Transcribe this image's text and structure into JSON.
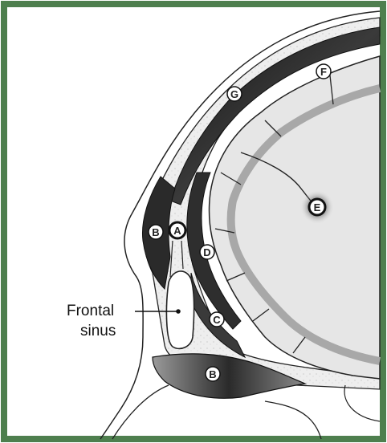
{
  "colors": {
    "frame": "#4e7f4e",
    "background": "#ffffff",
    "dark": "#1a1a1a",
    "gray_mid": "#9a9a9a",
    "gray_light": "#d0d0d0",
    "brain_light": "#e6e6e6"
  },
  "annotation": {
    "line1": "Frontal",
    "line2": "sinus"
  },
  "markers": {
    "A": "A",
    "B_upper": "B",
    "B_lower": "B",
    "C": "C",
    "D": "D",
    "E": "E",
    "F": "F",
    "G": "G"
  }
}
